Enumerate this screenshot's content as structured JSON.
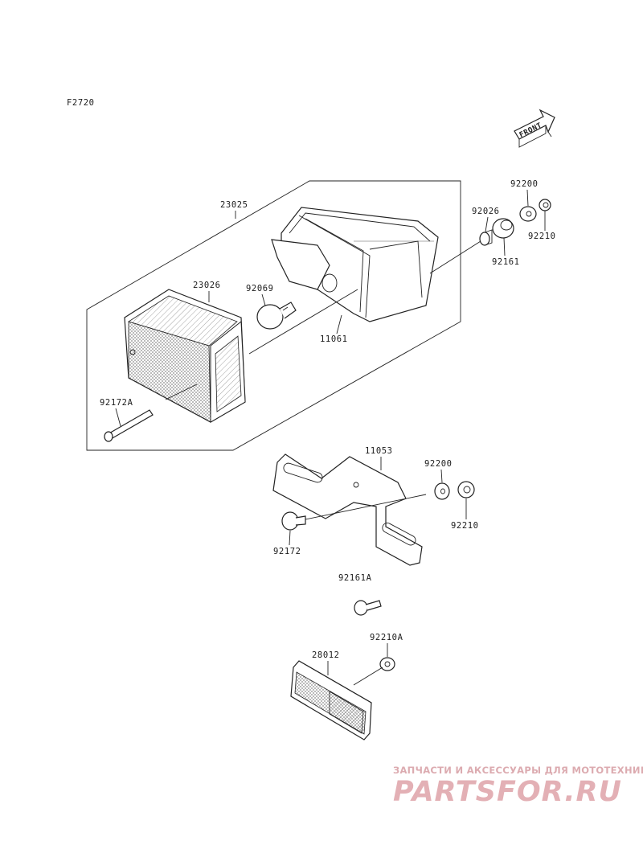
{
  "figure_code": "F2720",
  "front_arrow": {
    "label": "FRONT"
  },
  "parts": [
    {
      "number": "23025"
    },
    {
      "number": "23026"
    },
    {
      "number": "92069"
    },
    {
      "number": "11061"
    },
    {
      "number": "92026"
    },
    {
      "number": "92200"
    },
    {
      "number": "92210"
    },
    {
      "number": "92161"
    },
    {
      "number": "92172A"
    },
    {
      "number": "11053"
    },
    {
      "number": "92200"
    },
    {
      "number": "92210"
    },
    {
      "number": "92172"
    },
    {
      "number": "92161A"
    },
    {
      "number": "92210A"
    },
    {
      "number": "28012"
    }
  ],
  "watermark": {
    "tagline": "ЗАПЧАСТИ И АКСЕССУАРЫ ДЛЯ МОТОТЕХНИКИ",
    "logo": "PARTSFOR.RU",
    "color": "#e0a8ad"
  }
}
